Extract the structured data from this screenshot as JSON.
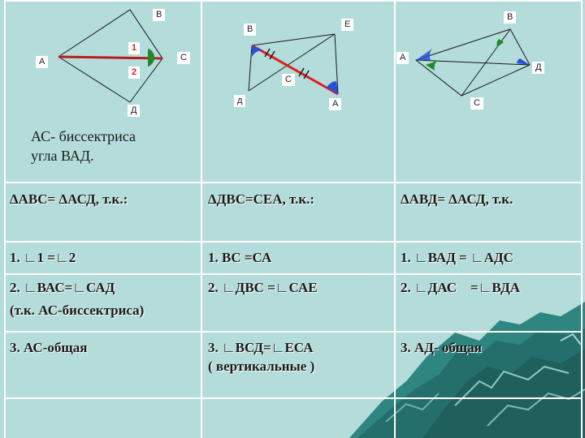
{
  "note": {
    "line1": "АС- биссектриса",
    "line2": "угла ВАД."
  },
  "figures": {
    "fig1": {
      "labels": {
        "a": "А",
        "b": "В",
        "c": "С",
        "d": "Д"
      },
      "angle1": "1",
      "angle2": "2"
    },
    "fig2": {
      "labels": {
        "b": "В",
        "e": "Е",
        "c": "С",
        "d": "д",
        "a": "А"
      }
    },
    "fig3": {
      "labels": {
        "a": "А",
        "b": "В",
        "d": "Д",
        "c": "С"
      }
    }
  },
  "table": {
    "headers": [
      "ΔАВС= ΔАСД, т.к.:",
      "ΔДВС=СЕА, т.к.:",
      "ΔАВД= ΔАСД, т.к."
    ],
    "row1": [
      "1. ∟1 =∟2",
      "1. ВС  =СА",
      "1. ∟ВАД = ∟АДС"
    ],
    "row2": [
      "2. ∟ВАС=∟САД",
      "2. ∟ДВС =∟САЕ",
      "2. ∟ДАС    =∟ВДА"
    ],
    "row2_extra": "(т.к. АС-биссектриса)",
    "row3": [
      "3. АС-общая",
      "3. ∟ВСД=∟ЕСА",
      "3. АД- общая"
    ],
    "row3_extra": "( вертикальные )"
  },
  "colors": {
    "background": "#b3dcdb",
    "red_line": "#e0201f",
    "green_arc": "#1f8a2c",
    "blue_arc": "#2b4fd6"
  }
}
